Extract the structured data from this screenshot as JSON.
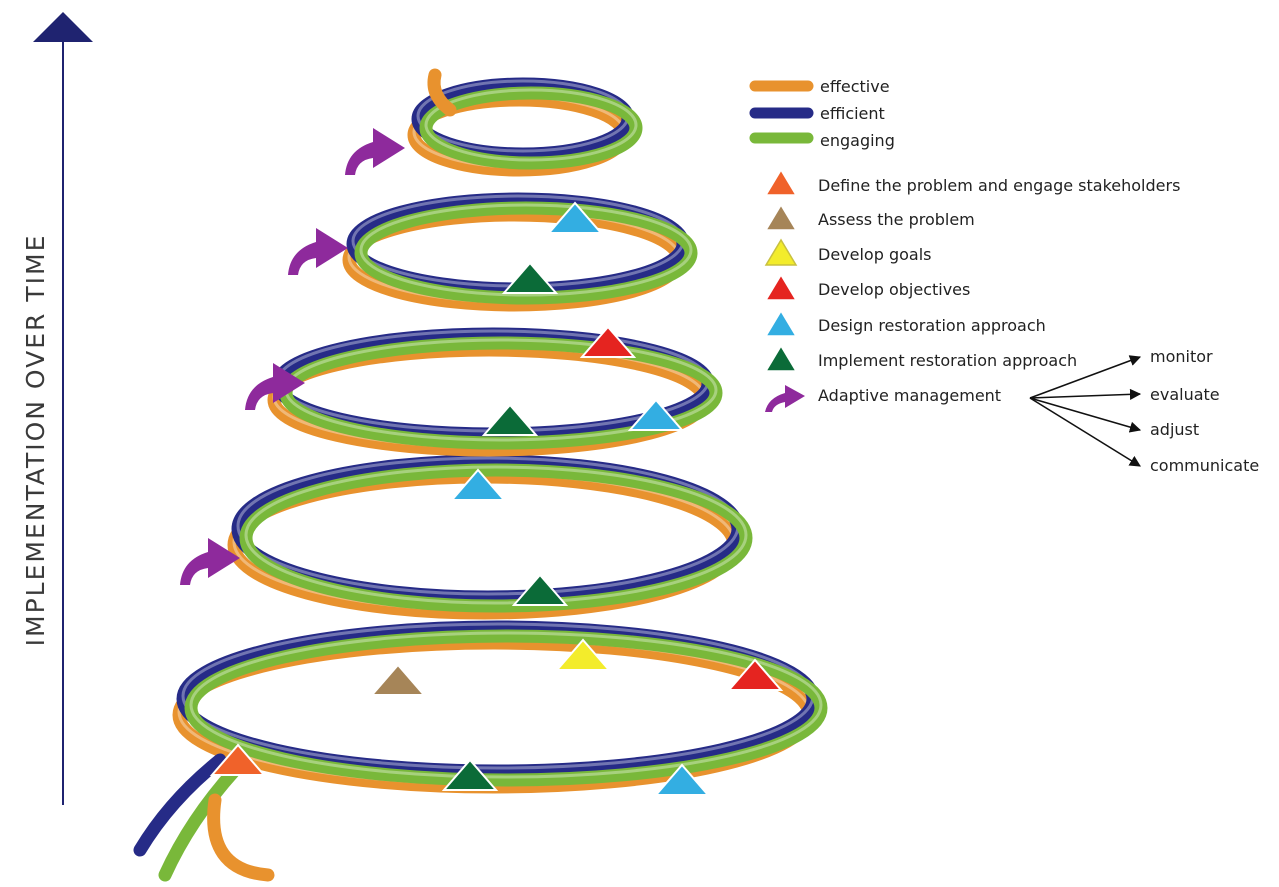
{
  "axis": {
    "label": "IMPLEMENTATION OVER TIME"
  },
  "colors": {
    "orange": "#e8922e",
    "blue": "#262b87",
    "green": "#79b83a",
    "purple": "#8e2a9c",
    "axis": "#1f2370",
    "tri_define": "#f0622a",
    "tri_assess": "#a68558",
    "tri_goals": "#f3ec2b",
    "tri_objectives": "#e52420",
    "tri_design": "#33aee2",
    "tri_implement": "#0b6b38"
  },
  "legend": {
    "strands": [
      {
        "label": "effective",
        "color": "#e8922e"
      },
      {
        "label": "efficient",
        "color": "#262b87"
      },
      {
        "label": "engaging",
        "color": "#79b83a"
      }
    ],
    "steps": [
      {
        "label": "Define the problem and engage stakeholders",
        "color": "#f0622a"
      },
      {
        "label": "Assess the problem",
        "color": "#a68558"
      },
      {
        "label": "Develop goals",
        "color": "#f3ec2b"
      },
      {
        "label": "Develop objectives",
        "color": "#e52420"
      },
      {
        "label": "Design restoration approach",
        "color": "#33aee2"
      },
      {
        "label": "Implement restoration approach",
        "color": "#0b6b38"
      }
    ],
    "adaptive": {
      "label": "Adaptive management",
      "outcomes": [
        "monitor",
        "evaluate",
        "adjust",
        "communicate"
      ]
    }
  }
}
